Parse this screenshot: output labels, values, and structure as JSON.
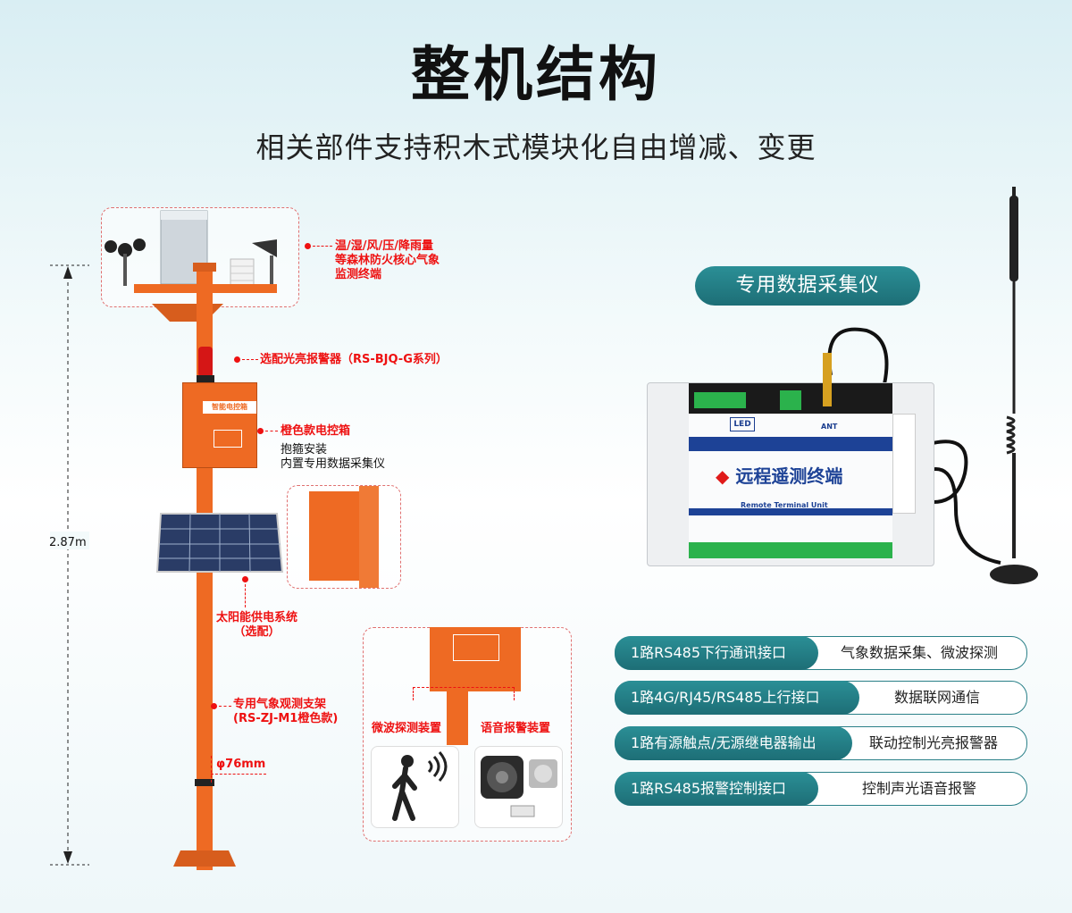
{
  "title": "整机结构",
  "subtitle": "相关部件支持积木式模块化自由增减、变更",
  "height_label": "2.87m",
  "labels": {
    "weather": [
      "温/湿/风/压/降雨量",
      "等森林防火核心气象",
      "监测终端"
    ],
    "alarm_light": "选配光亮报警器（RS-BJQ-G系列）",
    "box_title": "橙色款电控箱",
    "box_desc": [
      "抱箍安装",
      "内置专用数据采集仪"
    ],
    "box_panel": "智能电控箱",
    "solar": [
      "太阳能供电系统",
      "（选配）"
    ],
    "bracket": [
      "专用气象观测支架",
      "(RS-ZJ-M1橙色款)"
    ],
    "diameter": "φ76mm",
    "microwave": "微波探测装置",
    "voice_alarm": "语音报警装置"
  },
  "device": {
    "badge": "专用数据采集仪",
    "brand": "远程遥测终端",
    "subtitle_en": "Remote Terminal Unit",
    "led": "LED",
    "ant": "ANT"
  },
  "features": [
    {
      "left": "1路RS485下行通讯接口",
      "right": "气象数据采集、微波探测"
    },
    {
      "left": "1路4G/RJ45/RS485上行接口",
      "right": "数据联网通信"
    },
    {
      "left": "1路有源触点/无源继电器输出",
      "right": "联动控制光亮报警器"
    },
    {
      "left": "1路RS485报警控制接口",
      "right": "控制声光语音报警"
    }
  ],
  "colors": {
    "accent": "#1d6e76",
    "orange": "#ee6a23",
    "annotation_red": "#e11111"
  }
}
